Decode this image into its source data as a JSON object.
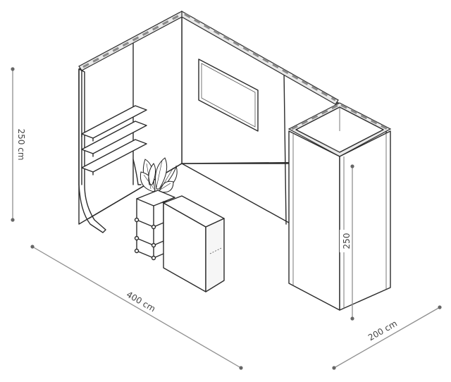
{
  "dimensions": {
    "height_label": "250 cm",
    "width_label": "400 cm",
    "depth_label": "200 cm",
    "tower_label": "250"
  },
  "colors": {
    "outline": "#2b2b2b",
    "dimension": "#8f8f8f",
    "label_text": "#444444",
    "label_bg": "#ffffff"
  }
}
